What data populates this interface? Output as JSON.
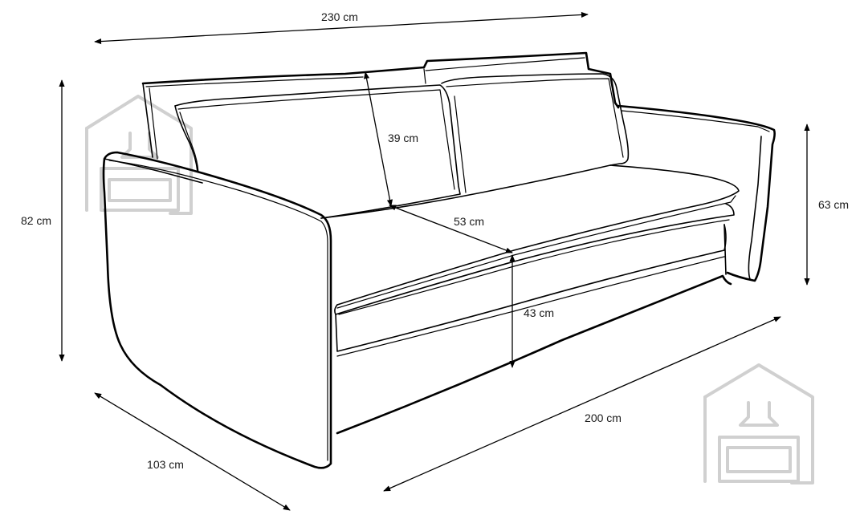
{
  "dimensions": {
    "total_width": "230 cm",
    "total_height": "82 cm",
    "armrest_height": "63 cm",
    "backrest_height": "39 cm",
    "seat_depth": "53 cm",
    "seat_height": "43 cm",
    "total_depth": "103 cm",
    "seat_width": "200 cm"
  },
  "colors": {
    "line": "#000000",
    "watermark": "#d0d0d0",
    "background": "#ffffff"
  },
  "icons": {
    "watermark": "house-sofa-logo-icon"
  }
}
